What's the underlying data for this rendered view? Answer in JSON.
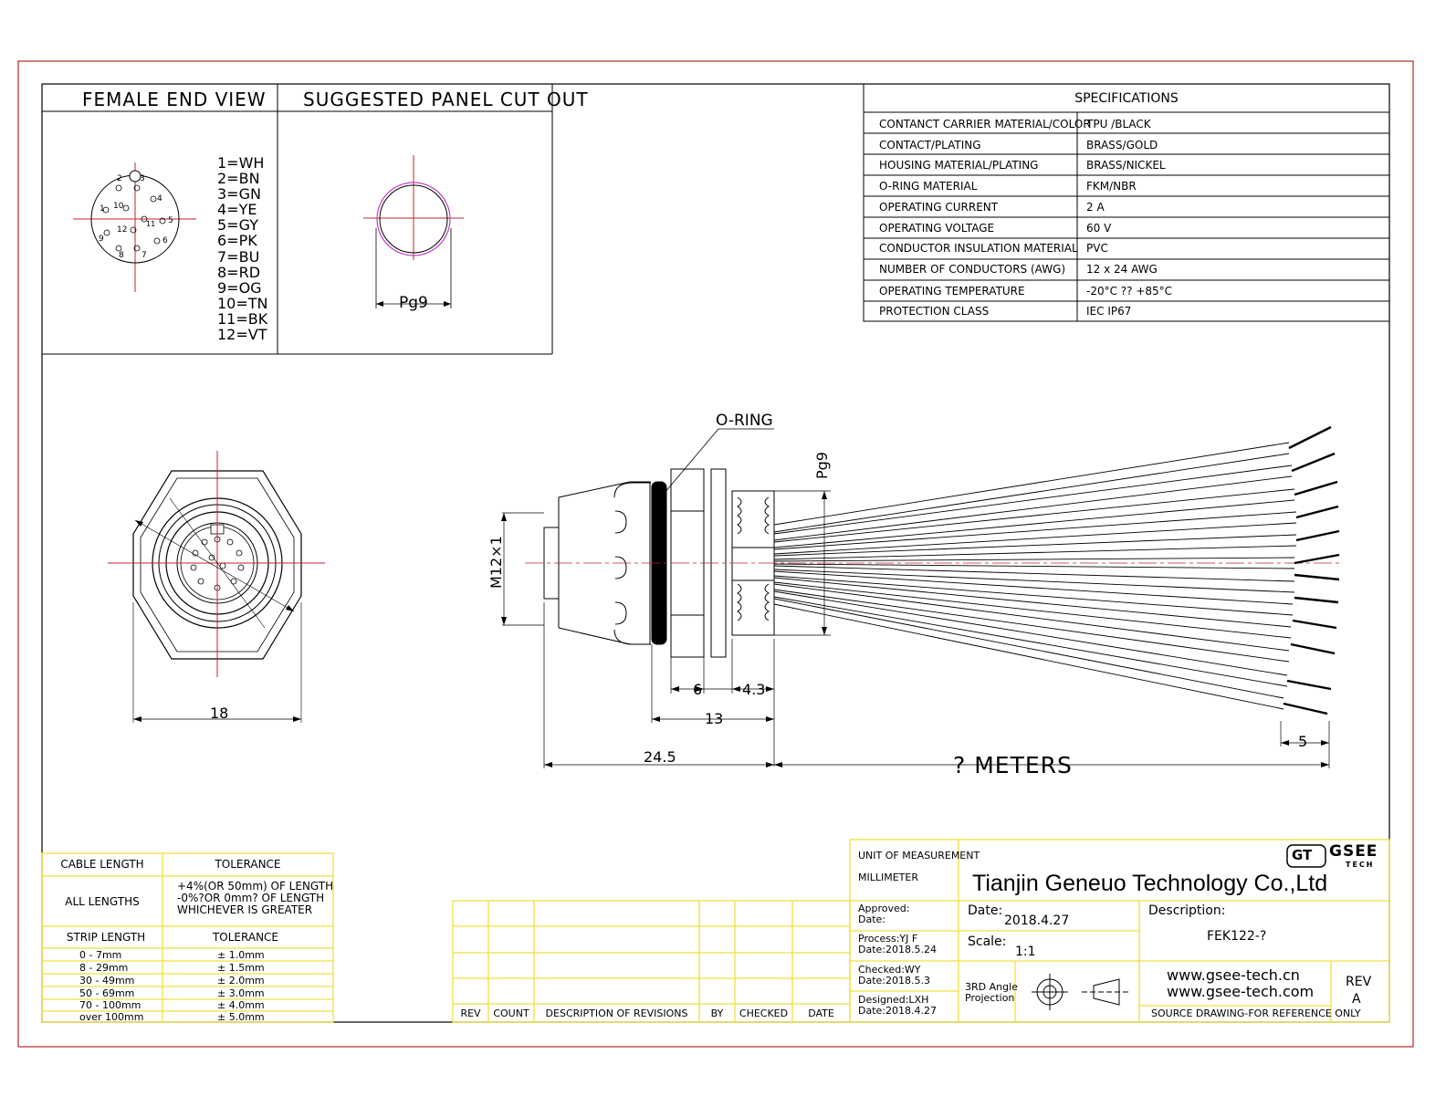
{
  "headers": {
    "female_end_view": "FEMALE END VIEW",
    "panel_cut_out": "SUGGESTED PANEL CUT OUT"
  },
  "pins": {
    "numbers": [
      "1",
      "2",
      "3",
      "4",
      "5",
      "6",
      "7",
      "8",
      "9",
      "10",
      "11",
      "12"
    ],
    "legend": [
      "1=WH",
      "2=BN",
      "3=GN",
      "4=YE",
      "5=GY",
      "6=PK",
      "7=BU",
      "8=RD",
      "9=OG",
      "10=TN",
      "11=BK",
      "12=VT"
    ]
  },
  "cutout_label": "Pg9",
  "specifications": {
    "title": "SPECIFICATIONS",
    "rows": [
      {
        "k": "CONTANCT CARRIER MATERIAL/COLOR",
        "v": "TPU /BLACK"
      },
      {
        "k": "CONTACT/PLATING",
        "v": "BRASS/GOLD"
      },
      {
        "k": "HOUSING MATERIAL/PLATING",
        "v": "BRASS/NICKEL"
      },
      {
        "k": "O-RING  MATERIAL",
        "v": "FKM/NBR"
      },
      {
        "k": "OPERATING CURRENT",
        "v": "2 A"
      },
      {
        "k": "OPERATING VOLTAGE",
        "v": "60 V"
      },
      {
        "k": "CONDUCTOR INSULATION MATERIAL",
        "v": "PVC"
      },
      {
        "k": "NUMBER OF CONDUCTORS (AWG)",
        "v": "12 x 24 AWG"
      },
      {
        "k": "OPERATING TEMPERATURE",
        "v": "-20°C ?? +85°C"
      },
      {
        "k": "PROTECTION CLASS",
        "v": "IEC  IP67"
      }
    ]
  },
  "drawing": {
    "o_ring": "O-RING",
    "pg9": "Pg9",
    "m12": "M12×1",
    "dim_18": "18",
    "dim_6": "6",
    "dim_4_3": "4.3",
    "dim_13": "13",
    "dim_24_5": "24.5",
    "dim_meters": "? METERS",
    "dim_5": "5"
  },
  "tolerance_table": {
    "cable_length": "CABLE LENGTH",
    "tolerance": "TOLERANCE",
    "all_lengths": "ALL LENGTHS",
    "tol_lines": [
      "+4%(OR 50mm) OF LENGTH",
      "-0%?OR 0mm? OF LENGTH",
      "WHICHEVER  IS  GREATER"
    ],
    "strip_length": "STRIP LENGTH",
    "strip_tolerance": "TOLERANCE",
    "rows": [
      {
        "len": "0 - 7mm",
        "tol": "± 1.0mm"
      },
      {
        "len": "8 - 29mm",
        "tol": "± 1.5mm"
      },
      {
        "len": "30 - 49mm",
        "tol": "± 2.0mm"
      },
      {
        "len": "50 - 69mm",
        "tol": "± 3.0mm"
      },
      {
        "len": "70 - 100mm",
        "tol": "± 4.0mm"
      },
      {
        "len": "over 100mm",
        "tol": "± 5.0mm"
      }
    ]
  },
  "revisions": {
    "headers": [
      "REV",
      "COUNT",
      "DESCRIPTION  OF  REVISIONS",
      "BY",
      "CHECKED",
      "DATE"
    ]
  },
  "title_block": {
    "unit_label": "UNIT OF MEASUREMENT",
    "unit_value": "MILLIMETER",
    "company": "Tianjin Geneuo Technology Co.,Ltd",
    "logo_mark": "GT",
    "logo_brand": "GSEE",
    "logo_sub": "TECH",
    "approved": "Approved:",
    "approved_date": "Date:",
    "process": "Process:YJ F",
    "process_date": "Date:2018.5.24",
    "checked": "Checked:WY",
    "checked_date": "Date:2018.5.3",
    "designed": "Designed:LXH",
    "designed_date": "Date:2018.4.27",
    "date_label": "Date:",
    "date_value": "2018.4.27",
    "scale_label": "Scale:",
    "scale_value": "1:1",
    "projection": [
      "3RD Angle",
      "Projection"
    ],
    "description_label": "Description:",
    "description_value": "FEK122-?",
    "web1": "www.gsee-tech.cn",
    "web2": "www.gsee-tech.com",
    "source_note": "SOURCE DRAWING-FOR REFERENCE ONLY",
    "rev_label": "REV",
    "rev_value": "A"
  },
  "colors": {
    "border": "#b02a2a",
    "centerline": "#c0262b",
    "yellow": "#f0e040",
    "magenta": "#c040c0"
  }
}
